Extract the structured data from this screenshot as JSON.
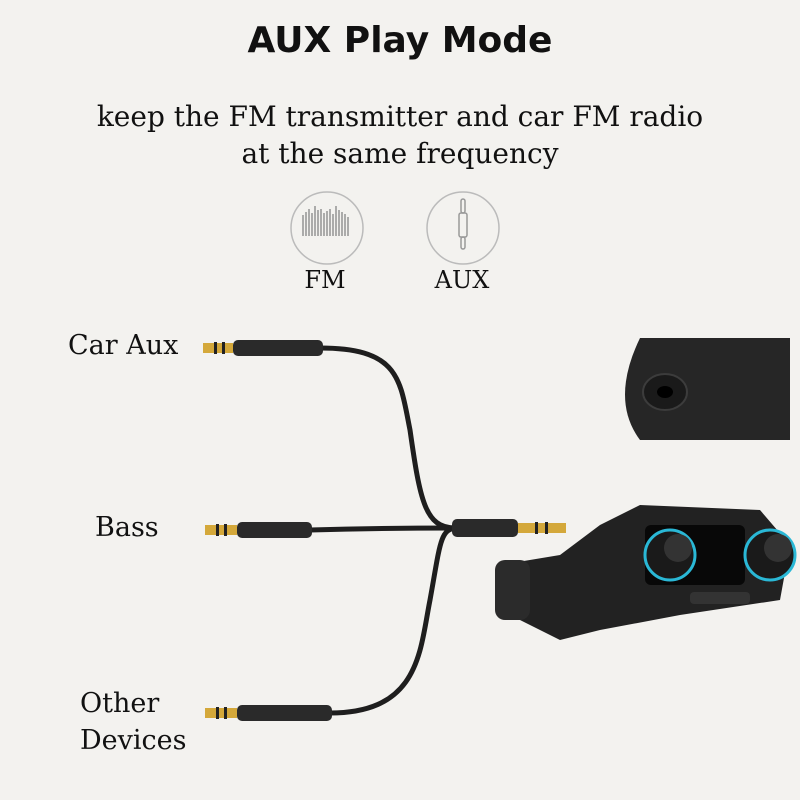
{
  "title": "AUX Play Mode",
  "subtitle": [
    "keep the FM transmitter and car FM radio",
    "at the same frequency"
  ],
  "modes": [
    {
      "label": "FM",
      "icon": "sound-wave-icon"
    },
    {
      "label": "AUX",
      "icon": "audio-jack-icon"
    }
  ],
  "cable_labels": {
    "top": "Car Aux",
    "middle": "Bass",
    "bottom": [
      "Other",
      "Devices"
    ]
  },
  "colors": {
    "background": "#f3f2ef",
    "gold": "#d4a83a",
    "cable": "#1e1e1e",
    "accent_ring": "#2ab8d6"
  }
}
